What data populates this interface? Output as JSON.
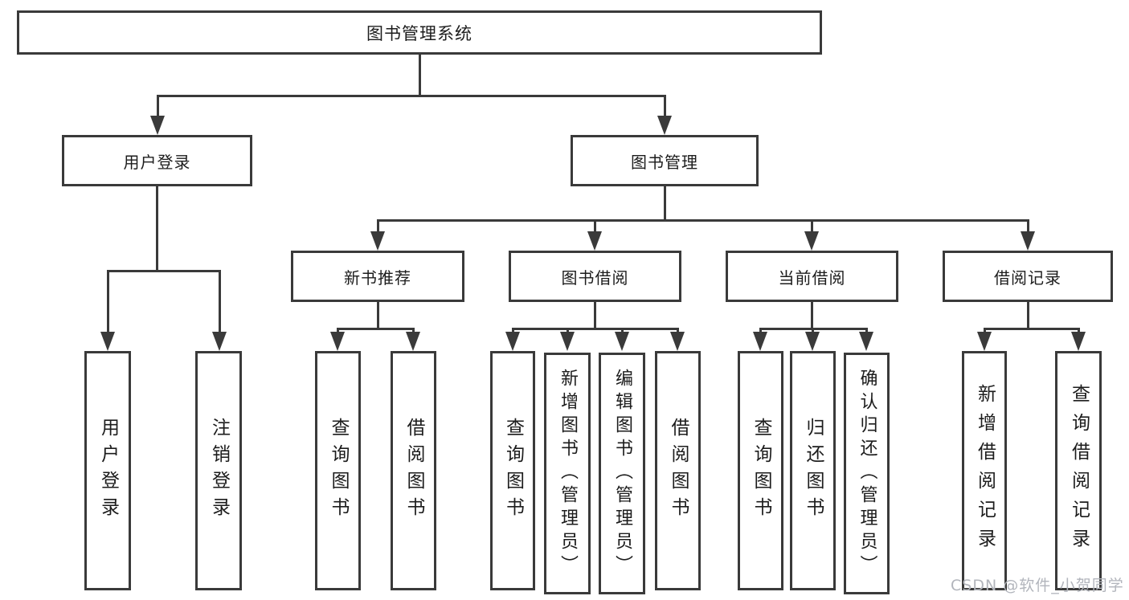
{
  "diagram": {
    "root": {
      "label": "图书管理系统"
    },
    "level2": [
      {
        "id": "user-login",
        "label": "用户登录"
      },
      {
        "id": "book-management",
        "label": "图书管理"
      }
    ],
    "level3": [
      {
        "id": "new-book-recommendation",
        "label": "新书推荐"
      },
      {
        "id": "book-borrowing",
        "label": "图书借阅"
      },
      {
        "id": "current-borrowing",
        "label": "当前借阅"
      },
      {
        "id": "borrowing-records",
        "label": "借阅记录"
      }
    ],
    "leaves": [
      {
        "id": "user-login",
        "label": "用户登录"
      },
      {
        "id": "logout",
        "label": "注销登录"
      },
      {
        "id": "search-books-under-recommend",
        "label": "查询图书"
      },
      {
        "id": "borrow-books-under-recommend",
        "label": "借阅图书"
      },
      {
        "id": "search-books-under-borrowing",
        "label": "查询图书"
      },
      {
        "id": "add-book-admin",
        "label": "新增图书（管理员）"
      },
      {
        "id": "edit-book-admin",
        "label": "编辑图书（管理员）"
      },
      {
        "id": "borrow-books-under-borrowing",
        "label": "借阅图书"
      },
      {
        "id": "search-books-under-current",
        "label": "查询图书"
      },
      {
        "id": "return-books",
        "label": "归还图书"
      },
      {
        "id": "confirm-return-admin",
        "label": "确认归还（管理员）"
      },
      {
        "id": "add-borrow-record",
        "label": "新增借阅记录"
      },
      {
        "id": "search-borrow-record",
        "label": "查询借阅记录"
      }
    ],
    "watermark": "CSDN @软件_小贺同学",
    "colors": {
      "line": "#3a3a3a",
      "box_border": "#3a3a3a",
      "text": "#1c1c1c",
      "watermark": "#b2b5bc",
      "background": "#ffffff"
    }
  }
}
